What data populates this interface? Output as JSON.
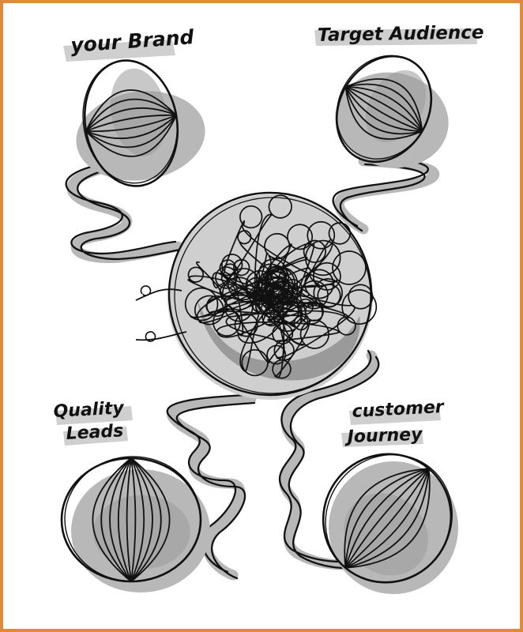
{
  "colors": {
    "frame": "#E08A3A",
    "ink": "#111111",
    "shadow": "#B8B8B8",
    "highlight": "#CFCFCF",
    "mid_gray": "#9A9A9A"
  },
  "labels": {
    "your_brand": "your Brand",
    "target_audience": "Target Audience",
    "quality_leads_line1": "Quality",
    "quality_leads_line2": "Leads",
    "customer_journey_line1": "customer",
    "customer_journey_line2": "Journey"
  },
  "icons": {
    "top_left": "yarn-ball-icon",
    "top_right": "yarn-ball-icon",
    "center": "tangled-yarn-icon",
    "bottom_left": "yarn-ball-icon",
    "bottom_right": "yarn-ball-icon"
  }
}
